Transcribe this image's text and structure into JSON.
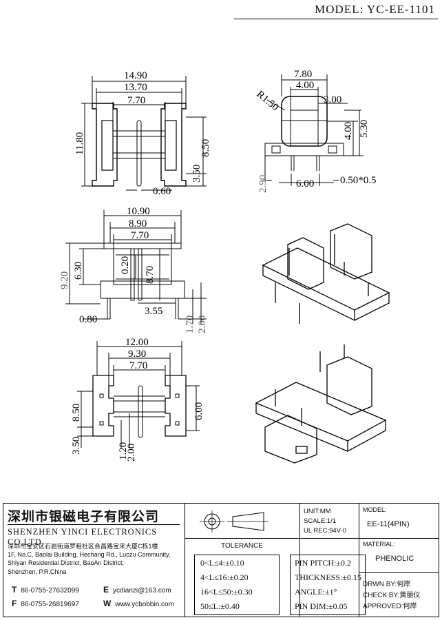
{
  "header": {
    "model": "MODEL: YC-EE-1101"
  },
  "views": {
    "top_view": {
      "dims": [
        "14.90",
        "13.70",
        "7.70",
        "11.80",
        "8.50",
        "3.50",
        "0.60"
      ]
    },
    "side_view": {
      "dims": [
        "7.80",
        "4.00",
        "R1.50",
        "3.00",
        "4.00",
        "5.30",
        "2.90",
        "6.00",
        "0.50*0.5"
      ]
    },
    "front_view": {
      "dims": [
        "10.90",
        "8.90",
        "7.70",
        "9.20",
        "6.30",
        "0.20",
        "8.70",
        "3.55",
        "0.80",
        "1.70",
        "2.00"
      ]
    },
    "bottom_view": {
      "dims": [
        "12.00",
        "9.30",
        "7.70",
        "8.50",
        "3.50",
        "1.20",
        "2.00",
        "6.00"
      ]
    }
  },
  "company": {
    "name_cn": "深圳市银磁电子有限公司",
    "name_en": "SHENZHEN YINCI ELECTRONICS CO,LTD.",
    "address": [
      "深圳市宝安区石岩街道罗租社区合昌路宝来大厦C栋1楼",
      "1F, No.C, Baolai Building, Hechang Rd., Luozu Community,",
      "Shiyan Residential District, BaoAn District,",
      "Shenzhen, P.R.China"
    ],
    "tel_label": "T",
    "tel": "86-0755-27632099",
    "fax_label": "F",
    "fax": "86-0755-26819697",
    "email_label": "E",
    "email": "ycdianzi@163.com",
    "web_label": "W",
    "web": "www.ycbobbin.com"
  },
  "spec": {
    "unit": "UNIT:MM",
    "scale": "SCALE:1/1",
    "ul": "UL REC:94V-0",
    "model_label": "MODEL:",
    "model_value": "EE-11(4PIN)",
    "material_label": "MATERIAL:",
    "material_value": "PHENOLIC"
  },
  "tolerance": {
    "title": "TOLERANCE",
    "left": [
      "0<L≤4:±0.10",
      "4<L≤16:±0.20",
      "16<L≤50:±0.30",
      "50≤L:±0.40"
    ],
    "right": [
      "PIN PITCH:±0.2",
      "THICKNESS:±0.15",
      "ANGLE:±1°",
      "PIN DIM:±0.05"
    ]
  },
  "signoff": {
    "drawn": "DRWN BY:何岸",
    "check": "CHECK BY:黄丽仪",
    "approved": "APPROVED:何岸"
  }
}
